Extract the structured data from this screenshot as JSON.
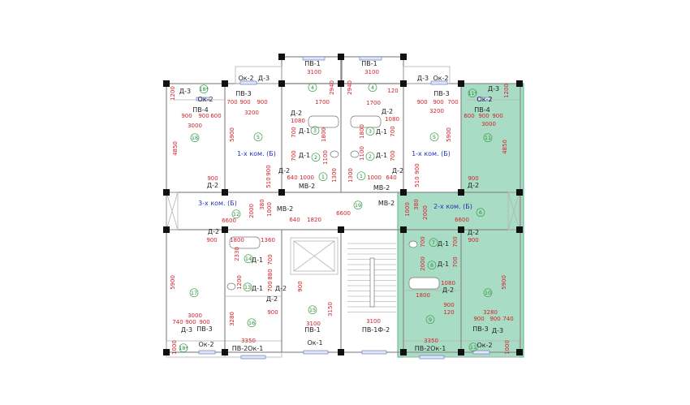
{
  "title": "Floor plan – typical floor",
  "highlight": {
    "apartment": "2-х ком. (Б)",
    "color": "#a9dcc4"
  },
  "labels": [
    "ПВ-1",
    "3100",
    "4",
    "2940",
    "Ок-2",
    "Д-3",
    "ПВ-3",
    "700",
    "900",
    "900",
    "3200",
    "18*",
    "Д-3",
    "Ок-2",
    "ПВ-4",
    "1200",
    "900",
    "900",
    "600",
    "3000",
    "18",
    "5",
    "1-х ком. (Б)",
    "5900",
    "4850",
    "1700",
    "Д-2",
    "1080",
    "3",
    "Д-1",
    "700",
    "1800",
    "2",
    "Д-1",
    "700",
    "1100",
    "Д-2",
    "900",
    "510",
    "640",
    "1000",
    "1",
    "1300",
    "МВ-2",
    "900",
    "Д-2",
    "ПВ-1",
    "3100",
    "4",
    "2940",
    "Д-3",
    "Ок-2",
    "ПВ-3",
    "900",
    "900",
    "700",
    "3200",
    "120",
    "1700",
    "Д-2",
    "1080",
    "3",
    "Д-1",
    "700",
    "1800",
    "2",
    "Д-1",
    "700",
    "1100",
    "Д-2",
    "900",
    "510",
    "1",
    "1300",
    "1000",
    "640",
    "МВ-2",
    "5",
    "1-х ком. (Б)",
    "5900",
    "11*",
    "Д-3",
    "1200",
    "Ок-2",
    "ПВ-4",
    "600",
    "900",
    "900",
    "3000",
    "11",
    "4850",
    "900",
    "Д-2",
    "3-х ком. (Б)",
    "12",
    "2000",
    "380",
    "1000",
    "МВ-2",
    "6600",
    "640",
    "1820",
    "6600",
    "19",
    "МВ-2",
    "1000",
    "380",
    "2000",
    "2-х ком. (Б)",
    "6",
    "6600",
    "Д-2",
    "900",
    "1800",
    "1360",
    "2330",
    "14",
    "Д-1",
    "700",
    "880",
    "700",
    "1200",
    "13",
    "Д-1",
    "Д-2",
    "900",
    "Д-2",
    "900",
    "17",
    "5900",
    "3000",
    "740",
    "900",
    "900",
    "Д-3",
    "ПВ-3",
    "1000",
    "18*",
    "Ок-2",
    "16",
    "3280",
    "3350",
    "ПВ-2Ок-1",
    "15",
    "3150",
    "3100",
    "ПВ-1",
    "Ок-1",
    "ПВ-1Ф-2",
    "3100",
    "7",
    "Д-1",
    "700",
    "700",
    "8",
    "Д-1",
    "2000",
    "700",
    "1080",
    "Д-2",
    "1800",
    "900",
    "120",
    "10",
    "5900",
    "3280",
    "900",
    "900",
    "740",
    "Д-2",
    "900",
    "ПВ-3",
    "Д-3",
    "Ок-2",
    "11",
    "1000",
    "9",
    "3350",
    "ПВ-2Ок-1"
  ]
}
